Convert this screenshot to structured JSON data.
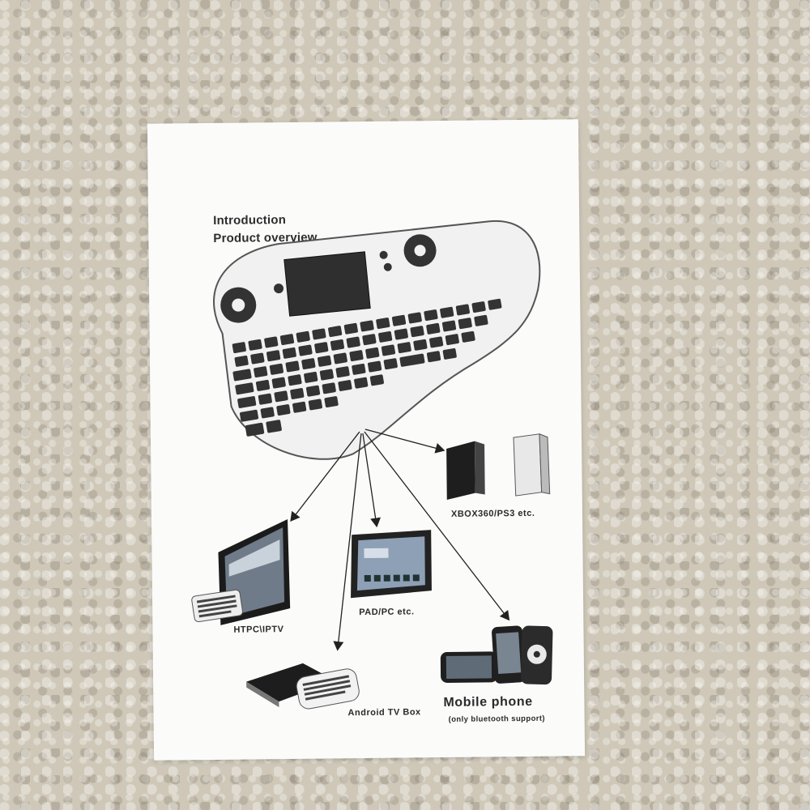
{
  "document": {
    "heading": "Introduction",
    "subheading": "Product overview"
  },
  "devices": {
    "xbox": "XBOX360/PS3 etc.",
    "htpc": "HTPC\\IPTV",
    "pad": "PAD/PC etc.",
    "android": "Android TV Box",
    "mobile": "Mobile phone",
    "mobile_note": "(only bluetooth support)"
  },
  "colors": {
    "background": "#cfc8b8",
    "paper": "#fbfbfa",
    "ink": "#2a2a2a"
  }
}
